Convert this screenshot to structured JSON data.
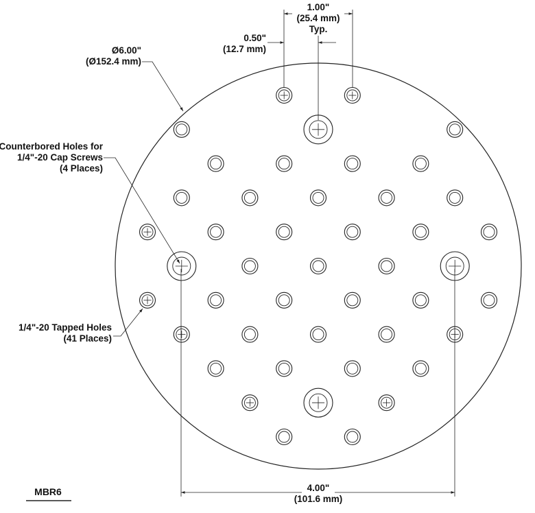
{
  "diagram": {
    "part_number": "MBR6",
    "diameter": {
      "imperial": "Ø6.00\"",
      "metric": "(Ø152.4 mm)"
    },
    "spacing_large": {
      "imperial": "1.00\"",
      "metric": "(25.4 mm)",
      "note": "Typ."
    },
    "spacing_small": {
      "imperial": "0.50\"",
      "metric": "(12.7 mm)"
    },
    "counterbored": {
      "line1": "Counterbored Holes for",
      "line2": "1/4\"-20 Cap Screws",
      "line3": "(4 Places)"
    },
    "tapped": {
      "line1": "1/4\"-20 Tapped Holes",
      "line2": "(41 Places)"
    },
    "bolt_span": {
      "imperial": "4.00\"",
      "metric": "(101.6 mm)"
    },
    "colors": {
      "line": "#222222",
      "background": "#ffffff"
    }
  }
}
